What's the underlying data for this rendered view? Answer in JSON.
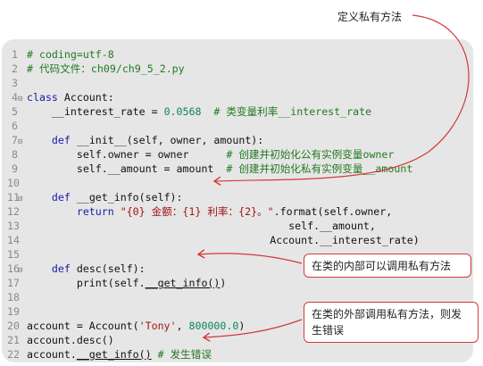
{
  "annotations": {
    "private_method": "定义私有方法",
    "inside_call": "在类的内部可以调用私有方法",
    "outside_call": "在类的外部调用私有方法，则发生错误"
  },
  "colors": {
    "accent": "#d23a3a",
    "panel": "#e6e6e6"
  },
  "code": {
    "lines": [
      {
        "n": "1",
        "fold": false,
        "tokens": [
          [
            "cm",
            "# coding=utf-8"
          ]
        ]
      },
      {
        "n": "2",
        "fold": false,
        "tokens": [
          [
            "cm",
            "# 代码文件：ch09/ch9_5_2.py"
          ]
        ]
      },
      {
        "n": "3",
        "fold": false,
        "tokens": []
      },
      {
        "n": "4",
        "fold": true,
        "tokens": [
          [
            "kw",
            "class"
          ],
          [
            "txt",
            " Account:"
          ]
        ]
      },
      {
        "n": "5",
        "fold": false,
        "tokens": [
          [
            "txt",
            "    __interest_rate = "
          ],
          [
            "nm",
            "0.0568"
          ],
          [
            "cm",
            "  # 类变量利率__interest_rate"
          ]
        ]
      },
      {
        "n": "6",
        "fold": false,
        "tokens": []
      },
      {
        "n": "7",
        "fold": true,
        "tokens": [
          [
            "kw",
            "    def"
          ],
          [
            "txt",
            " __init__(self, owner, amount):"
          ]
        ]
      },
      {
        "n": "8",
        "fold": false,
        "tokens": [
          [
            "txt",
            "        self.owner = owner      "
          ],
          [
            "cm",
            "# 创建并初始化公有实例变量owner"
          ]
        ]
      },
      {
        "n": "9",
        "fold": false,
        "tokens": [
          [
            "txt",
            "        self.__amount = amount  "
          ],
          [
            "cm",
            "# 创建并初始化私有实例变量__amount"
          ]
        ]
      },
      {
        "n": "10",
        "fold": false,
        "tokens": []
      },
      {
        "n": "11",
        "fold": true,
        "tokens": [
          [
            "kw",
            "    def"
          ],
          [
            "txt",
            " __get_info(self):"
          ]
        ]
      },
      {
        "n": "12",
        "fold": false,
        "tokens": [
          [
            "kw",
            "        return"
          ],
          [
            "txt",
            " "
          ],
          [
            "st",
            "\"{0} 金额：{1} 利率：{2}。\""
          ],
          [
            "txt",
            ".format(self.owner,"
          ]
        ]
      },
      {
        "n": "13",
        "fold": false,
        "tokens": [
          [
            "txt",
            "                                          self.__amount,"
          ]
        ]
      },
      {
        "n": "14",
        "fold": false,
        "tokens": [
          [
            "txt",
            "                                       Account.__interest_rate)"
          ]
        ]
      },
      {
        "n": "15",
        "fold": false,
        "tokens": []
      },
      {
        "n": "16",
        "fold": true,
        "tokens": [
          [
            "kw",
            "    def"
          ],
          [
            "txt",
            " desc(self):"
          ]
        ]
      },
      {
        "n": "17",
        "fold": false,
        "tokens": [
          [
            "txt",
            "        print(self."
          ],
          [
            "hl",
            "__get_info()"
          ],
          [
            "txt",
            ")"
          ]
        ]
      },
      {
        "n": "18",
        "fold": false,
        "tokens": []
      },
      {
        "n": "19",
        "fold": false,
        "tokens": []
      },
      {
        "n": "20",
        "fold": false,
        "tokens": [
          [
            "txt",
            "account = Account("
          ],
          [
            "st",
            "'Tony'"
          ],
          [
            "txt",
            ", "
          ],
          [
            "nm",
            "800000.0"
          ],
          [
            "txt",
            ")"
          ]
        ]
      },
      {
        "n": "21",
        "fold": false,
        "tokens": [
          [
            "txt",
            "account.desc()"
          ]
        ]
      },
      {
        "n": "22",
        "fold": false,
        "tokens": [
          [
            "txt",
            "account."
          ],
          [
            "hl",
            "__get_info()"
          ],
          [
            "cm",
            " # 发生错误"
          ]
        ]
      }
    ]
  }
}
